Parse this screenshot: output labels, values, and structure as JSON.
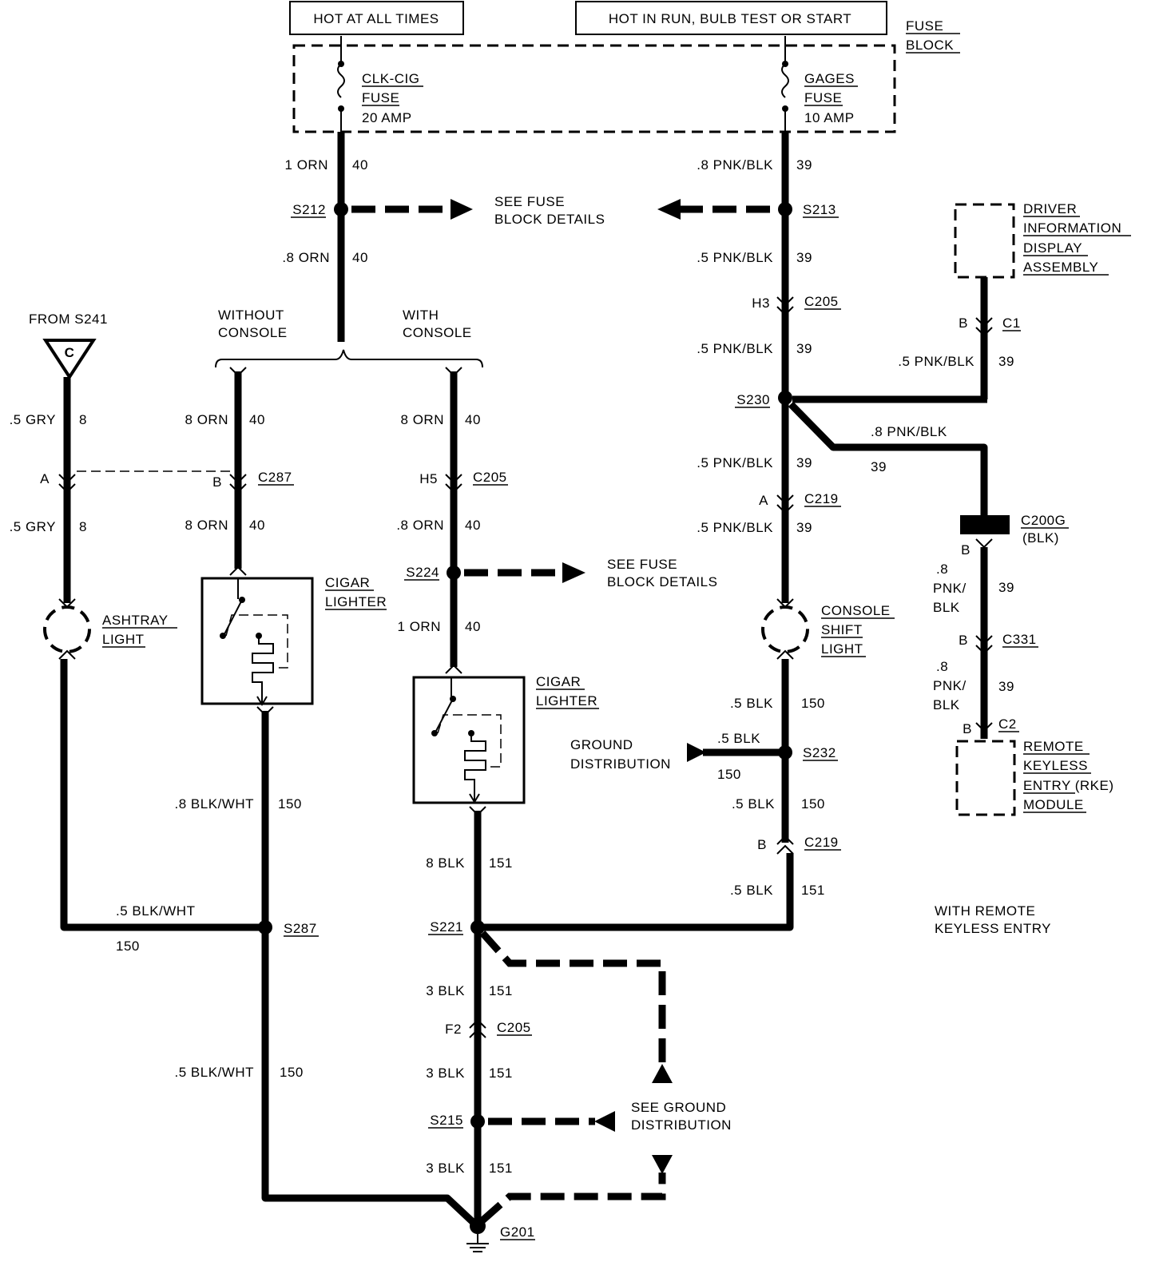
{
  "header": {
    "hot_at_all_times": "HOT AT ALL TIMES",
    "hot_in_run": "HOT IN RUN, BULB TEST OR START",
    "fuse_block": [
      "FUSE",
      "BLOCK"
    ]
  },
  "fuses": {
    "clk_cig": [
      "CLK-CIG",
      "FUSE",
      "20 AMP"
    ],
    "gages": [
      "GAGES",
      "FUSE",
      "10 AMP"
    ]
  },
  "console": {
    "without": [
      "WITHOUT",
      "CONSOLE"
    ],
    "with": [
      "WITH",
      "CONSOLE"
    ]
  },
  "from_s241": "FROM S241",
  "connector_c": "C",
  "see_fuse_block": [
    "SEE FUSE",
    "BLOCK DETAILS"
  ],
  "see_ground_distribution": [
    "SEE GROUND",
    "DISTRIBUTION"
  ],
  "ground_distribution": [
    "GROUND",
    "DISTRIBUTION"
  ],
  "components": {
    "ashtray_light": [
      "ASHTRAY",
      "LIGHT"
    ],
    "cigar_lighter": [
      "CIGAR",
      "LIGHTER"
    ],
    "console_shift_light": [
      "CONSOLE",
      "SHIFT",
      "LIGHT"
    ],
    "driver_info_display": [
      "DRIVER",
      "INFORMATION",
      "DISPLAY",
      "ASSEMBLY"
    ],
    "rke_module": [
      "REMOTE",
      "KEYLESS",
      "ENTRY (RKE)",
      "MODULE"
    ]
  },
  "option_note": [
    "WITH REMOTE",
    "KEYLESS ENTRY"
  ],
  "splices": {
    "s212": "S212",
    "s213": "S213",
    "s224": "S224",
    "s230": "S230",
    "s232": "S232",
    "s221": "S221",
    "s287": "S287",
    "s215": "S215",
    "g201": "G201"
  },
  "connectors": {
    "c205_h3": {
      "pin": "H3",
      "name": "C205"
    },
    "c205_h5": {
      "pin": "H5",
      "name": "C205"
    },
    "c205_f2": {
      "pin": "F2",
      "name": "C205"
    },
    "c287": {
      "pin": "B",
      "name": "C287"
    },
    "c287_a": {
      "pin": "A"
    },
    "c219_a": {
      "pin": "A",
      "name": "C219"
    },
    "c219_b": {
      "pin": "B",
      "name": "C219"
    },
    "c1": {
      "pin": "B",
      "name": "C1"
    },
    "c200g": {
      "pin": "B",
      "name": "C200G",
      "sub": "(BLK)"
    },
    "c331": {
      "pin": "B",
      "name": "C331"
    },
    "c2": {
      "pin": "B",
      "name": "C2"
    }
  },
  "wires": {
    "w_1orn_40": {
      "label": "1 ORN",
      "circuit": "40"
    },
    "w_8orn_40_a": {
      "label": ".8 ORN",
      "circuit": "40"
    },
    "w_8pnkblk_39": {
      "label": ".8 PNK/BLK",
      "circuit": "39"
    },
    "w_5pnkblk_39_a": {
      "label": ".5 PNK/BLK",
      "circuit": "39"
    },
    "w_5pnkblk_39_b": {
      "label": ".5 PNK/BLK",
      "circuit": "39"
    },
    "w_5pnkblk_39_c": {
      "label": ".5 PNK/BLK",
      "circuit": "39"
    },
    "w_5pnkblk_39_d": {
      "label": ".5 PNK/BLK",
      "circuit": "39"
    },
    "w_5pnkblk_39_e": {
      "label": ".5 PNK/BLK",
      "circuit": "39"
    },
    "w_8pnkblk_39_b": {
      "label": ".8 PNK/BLK",
      "circuit": "39"
    },
    "w_5gry_8_a": {
      "label": ".5 GRY",
      "circuit": "8"
    },
    "w_5gry_8_b": {
      "label": ".5 GRY",
      "circuit": "8"
    },
    "w_8orn_40_b": {
      "label": "8 ORN",
      "circuit": "40"
    },
    "w_8orn_40_c": {
      "label": "8 ORN",
      "circuit": "40"
    },
    "w_8orn_40_d": {
      "label": "8 ORN",
      "circuit": "40"
    },
    "w_8orn_40_e": {
      "label": ".8 ORN",
      "circuit": "40"
    },
    "w_1orn_40_b": {
      "label": "1 ORN",
      "circuit": "40"
    },
    "w_8blkwht_150": {
      "label": ".8 BLK/WHT",
      "circuit": "150"
    },
    "w_5blkwht_150_a": {
      "label": ".5 BLK/WHT",
      "circuit": "150"
    },
    "w_5blkwht_150_b": {
      "label": ".5 BLK/WHT",
      "circuit": "150"
    },
    "w_8blk_151": {
      "label": "8 BLK",
      "circuit": "151"
    },
    "w_3blk_151_a": {
      "label": "3 BLK",
      "circuit": "151"
    },
    "w_3blk_151_b": {
      "label": "3 BLK",
      "circuit": "151"
    },
    "w_3blk_151_c": {
      "label": "3 BLK",
      "circuit": "151"
    },
    "w_5blk_150_a": {
      "label": ".5 BLK",
      "circuit": "150"
    },
    "w_5blk_150_b": {
      "label": ".5 BLK",
      "circuit": "150"
    },
    "w_5blk_150_c": {
      "label": ".5 BLK",
      "circuit": "150"
    },
    "w_5blk_151": {
      "label": ".5 BLK",
      "circuit": "151"
    },
    "w_8pnkblk_rke_a": {
      "label": [
        ".8",
        "PNK/",
        "BLK"
      ],
      "circuit": "39"
    },
    "w_8pnkblk_rke_b": {
      "label": [
        ".8",
        "PNK/",
        "BLK"
      ],
      "circuit": "39"
    }
  }
}
